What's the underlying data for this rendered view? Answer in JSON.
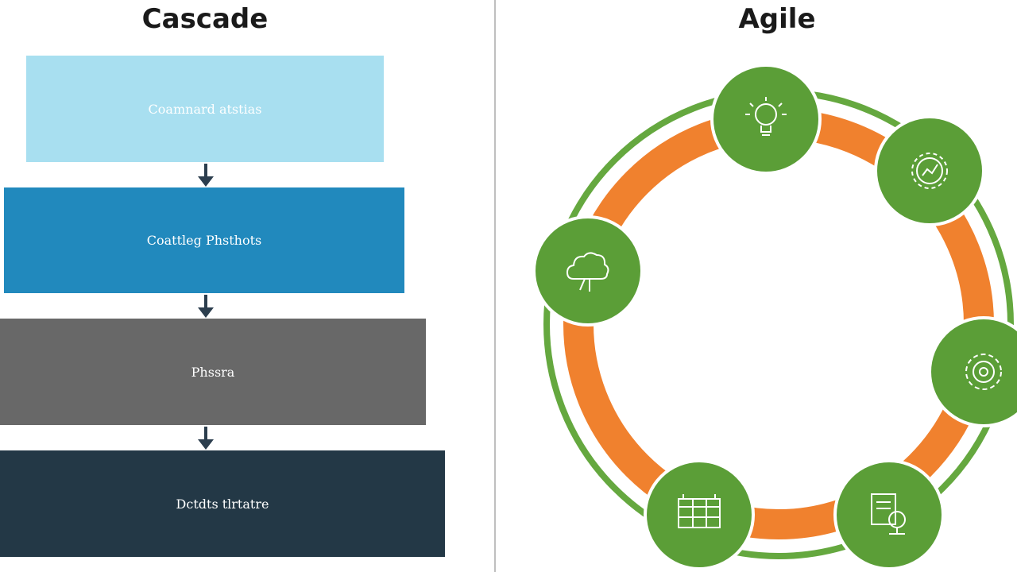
{
  "cascade": {
    "title": "Cascade",
    "steps": [
      {
        "label": "Coamnard atstias",
        "color": "#a8dff0"
      },
      {
        "label": "Coattleg Phsthots",
        "color": "#2189bd"
      },
      {
        "label": "Phssra",
        "color": "#686868"
      },
      {
        "label": "Dctdts tlrtatre",
        "color": "#233846"
      }
    ],
    "arrow_color": "#2c3e4e"
  },
  "agile": {
    "title": "Agile",
    "colors": {
      "ring_outer": "#65a83f",
      "ring_inner": "#f0812e",
      "node_fill": "#5b9e37"
    },
    "nodes": [
      {
        "icon": "lightbulb-icon"
      },
      {
        "icon": "gear-chart-icon"
      },
      {
        "icon": "settings-gear-icon"
      },
      {
        "icon": "document-magnifier-icon"
      },
      {
        "icon": "calendar-board-icon"
      },
      {
        "icon": "cloud-idea-icon"
      }
    ]
  }
}
